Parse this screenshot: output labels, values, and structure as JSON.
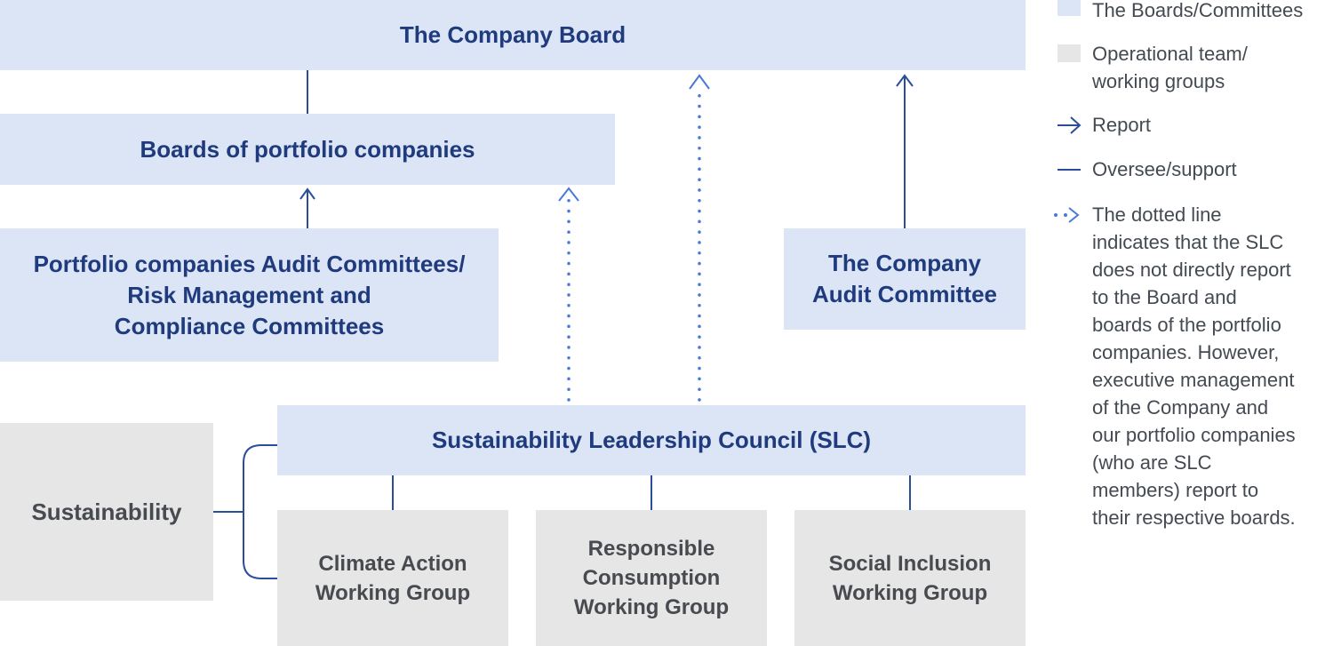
{
  "diagram": {
    "boxes": {
      "company_board": "The Company Board",
      "portfolio_boards": "Boards of portfolio companies",
      "portfolio_committees": "Portfolio companies Audit Committees/\nRisk Management and\nCompliance Committees",
      "company_audit": "The Company\nAudit Committee",
      "slc": "Sustainability Leadership Council (SLC)",
      "sustainability": "Sustainability",
      "climate_wg": "Climate Action\nWorking Group",
      "consumption_wg": "Responsible\nConsumption\nWorking Group",
      "social_wg": "Social Inclusion\nWorking Group"
    }
  },
  "legend": {
    "boards_committees": "The Boards/Committees",
    "operational": "Operational team/\nworking groups",
    "report": "Report",
    "oversee": "Oversee/support",
    "dotted_note": "The dotted line\nindicates that the SLC\ndoes not directly report\nto the Board and\nboards of the portfolio\ncompanies. However,\nexecutive management\nof the Company and\nour portfolio companies\n(who are SLC\nmembers) report to\ntheir respective boards."
  },
  "colors": {
    "board_fill": "#dce5f6",
    "ops_fill": "#e6e6e6",
    "line_dark": "#2a4d9c",
    "line_dotted": "#4a79d8",
    "board_text": "#1f3a7d",
    "ops_text": "#474a4f"
  }
}
